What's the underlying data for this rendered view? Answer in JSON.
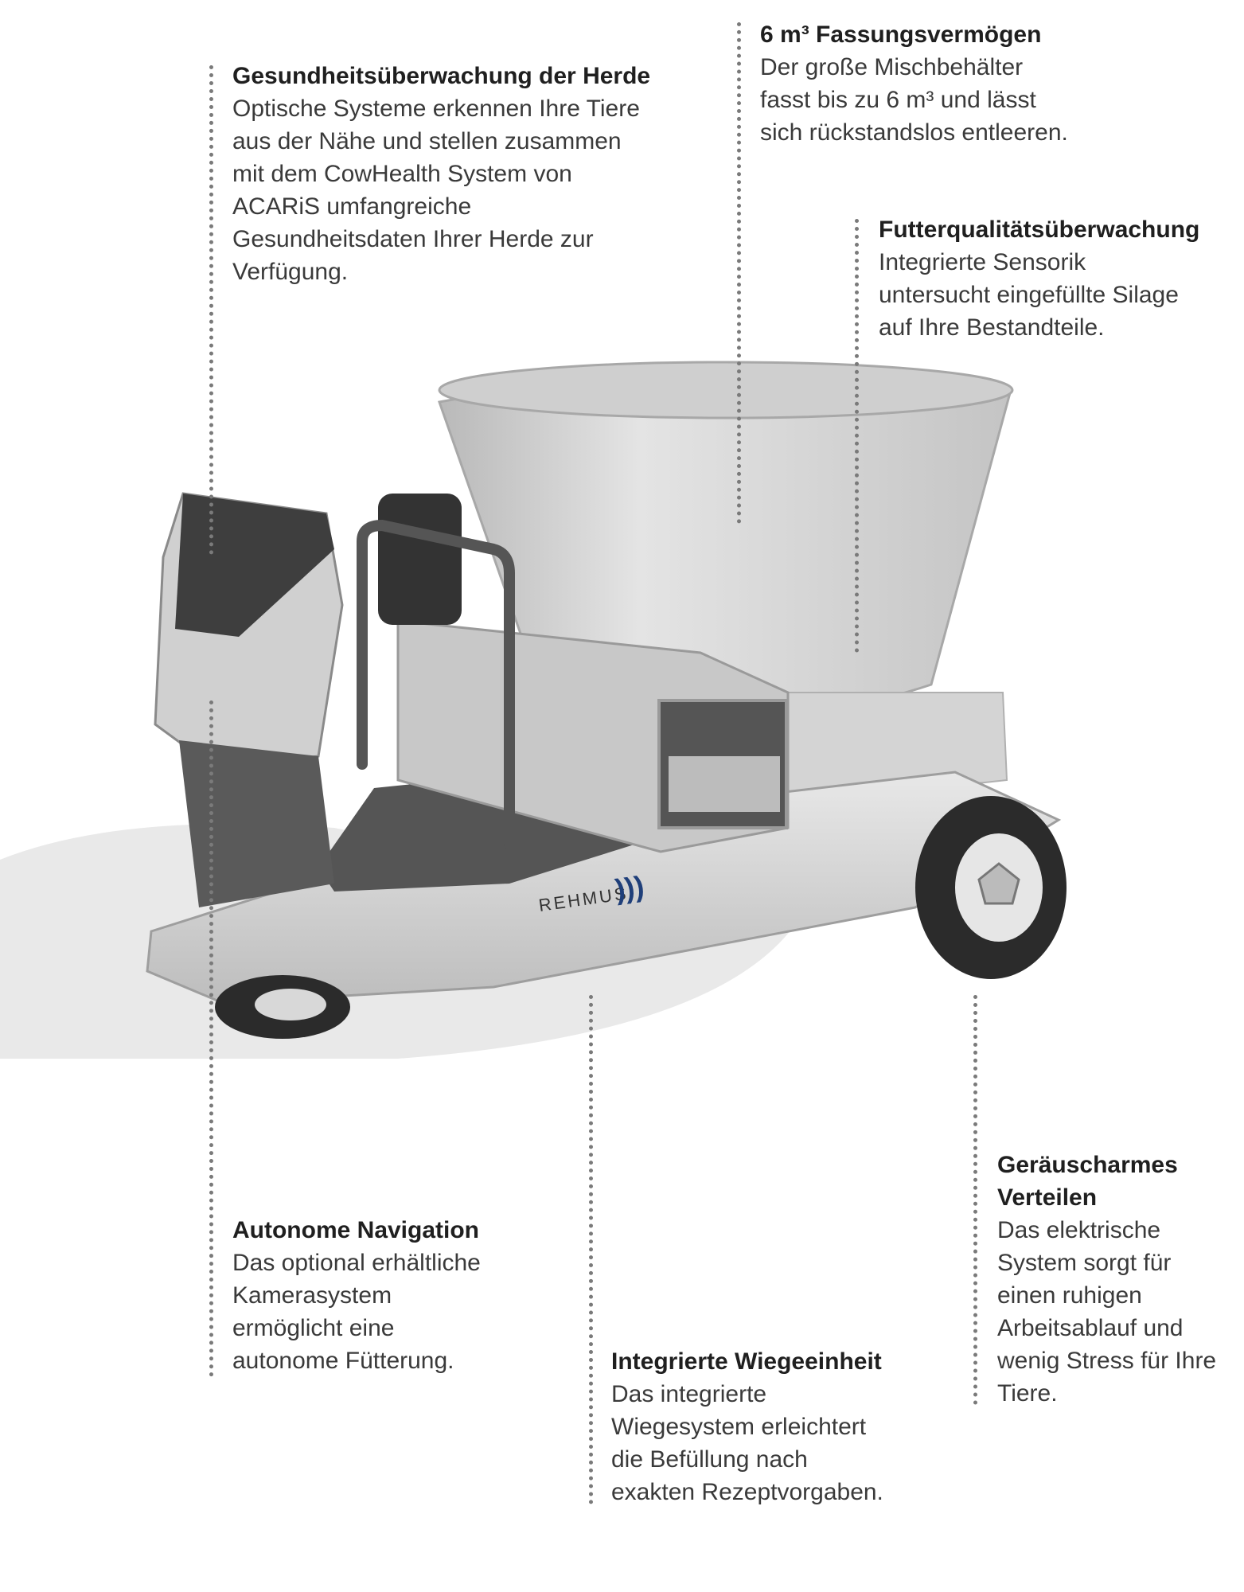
{
  "callouts": {
    "herd": {
      "title": "Gesundheitsüberwachung der Herde",
      "lines": [
        "Optische Systeme erkennen Ihre Tiere",
        "aus der Nähe und stellen zusammen",
        "mit dem CowHealth System von",
        "ACARiS umfangreiche",
        "Gesundheitsdaten Ihrer Herde zur",
        "Verfügung."
      ]
    },
    "capacity": {
      "title": "6 m³ Fassungsvermögen",
      "lines": [
        "Der große Mischbehälter",
        "fasst bis zu 6 m³ und lässt",
        "sich rückstandslos entleeren."
      ]
    },
    "feed": {
      "title": "Futterqualitätsüberwachung",
      "lines": [
        "Integrierte Sensorik",
        "untersucht eingefüllte Silage",
        "auf Ihre Bestandteile."
      ]
    },
    "navigation": {
      "title": "Autonome Navigation",
      "lines": [
        "Das optional erhältliche",
        "Kamerasystem",
        "ermöglicht eine",
        "autonome Fütterung."
      ]
    },
    "weighing": {
      "title": "Integrierte Wiegeeinheit",
      "lines": [
        "Das integrierte",
        "Wiegesystem erleichtert",
        "die Befüllung nach",
        "exakten Rezeptvorgaben."
      ]
    },
    "quiet": {
      "title_lines": [
        "Geräuscharmes",
        "Verteilen"
      ],
      "lines": [
        "Das elektrische",
        "System sorgt für",
        "einen ruhigen",
        "Arbeitsablauf und",
        "wenig Stress für Ihre",
        "Tiere."
      ]
    }
  },
  "vehicle": {
    "brand": "REHMUS",
    "colors": {
      "body": "#d9d9d9",
      "dark": "#4a4a4a",
      "tire": "#2b2b2b",
      "shadow": "#e6e6e6"
    }
  }
}
